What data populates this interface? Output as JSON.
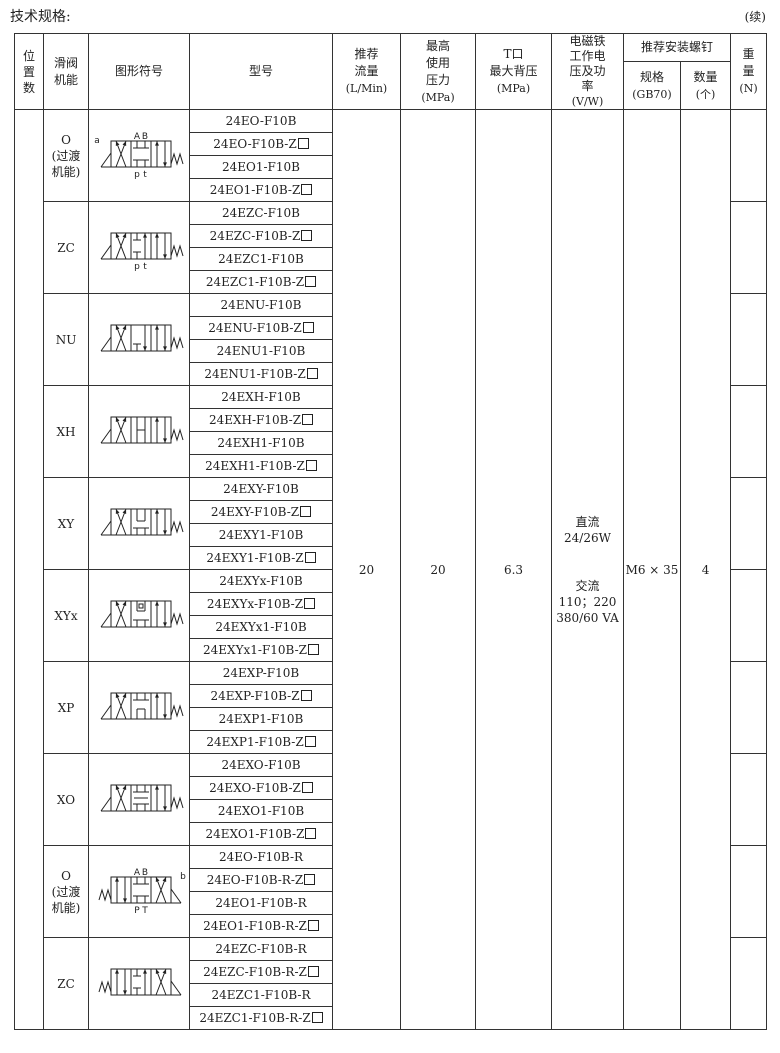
{
  "header": {
    "title": "技术规格:",
    "continued": "(续)"
  },
  "columns": {
    "position": "位置数",
    "function": "滑阀机能",
    "symbol": "图形符号",
    "model": "型号",
    "flow": "推荐流量",
    "flow_unit": "(L/Min)",
    "pressure": "最高使用压力",
    "pressure_unit": "(MPa)",
    "backpressure": "T口最大背压",
    "backpressure_unit": "(MPa)",
    "voltage": "电磁铁工作电压及功率",
    "voltage_unit": "(V/W)",
    "bolts": "推荐安装螺钉",
    "bolt_spec": "规格",
    "bolt_spec_unit": "(GB70)",
    "bolt_qty": "数量",
    "bolt_qty_unit": "(个)",
    "weight": "重量",
    "weight_unit": "(N)"
  },
  "shared": {
    "flow": "20",
    "pressure": "20",
    "backpressure": "6.3",
    "voltage_dc_label": "直流",
    "voltage_dc": "24/26W",
    "voltage_ac_label": "交流",
    "voltage_ac_1": "110；220",
    "voltage_ac_2": "380/60 VA",
    "bolt_spec": "M6 × 35",
    "bolt_qty": "4"
  },
  "groups": [
    {
      "function": "O\n(过渡\n机能)",
      "symbol": "o-left",
      "models": [
        "24EO-F10B",
        "24EO-F10B-Z",
        "24EO1-F10B",
        "24EO1-F10B-Z"
      ]
    },
    {
      "function": "ZC",
      "symbol": "zc-left",
      "models": [
        "24EZC-F10B",
        "24EZC-F10B-Z",
        "24EZC1-F10B",
        "24EZC1-F10B-Z"
      ]
    },
    {
      "function": "NU",
      "symbol": "nu",
      "models": [
        "24ENU-F10B",
        "24ENU-F10B-Z",
        "24ENU1-F10B",
        "24ENU1-F10B-Z"
      ]
    },
    {
      "function": "XH",
      "symbol": "xh",
      "models": [
        "24EXH-F10B",
        "24EXH-F10B-Z",
        "24EXH1-F10B",
        "24EXH1-F10B-Z"
      ]
    },
    {
      "function": "XY",
      "symbol": "xy",
      "models": [
        "24EXY-F10B",
        "24EXY-F10B-Z",
        "24EXY1-F10B",
        "24EXY1-F10B-Z"
      ]
    },
    {
      "function": "XYx",
      "symbol": "xyx",
      "models": [
        "24EXYx-F10B",
        "24EXYx-F10B-Z",
        "24EXYx1-F10B",
        "24EXYx1-F10B-Z"
      ]
    },
    {
      "function": "XP",
      "symbol": "xp",
      "models": [
        "24EXP-F10B",
        "24EXP-F10B-Z",
        "24EXP1-F10B",
        "24EXP1-F10B-Z"
      ]
    },
    {
      "function": "XO",
      "symbol": "xo",
      "models": [
        "24EXO-F10B",
        "24EXO-F10B-Z",
        "24EXO1-F10B",
        "24EXO1-F10B-Z"
      ]
    },
    {
      "function": "O\n(过渡\n机能)",
      "symbol": "o-right",
      "models": [
        "24EO-F10B-R",
        "24EO-F10B-R-Z",
        "24EO1-F10B-R",
        "24EO1-F10B-R-Z"
      ]
    },
    {
      "function": "ZC",
      "symbol": "zc-right",
      "models": [
        "24EZC-F10B-R",
        "24EZC-F10B-R-Z",
        "24EZC1-F10B-R",
        "24EZC1-F10B-R-Z"
      ]
    }
  ],
  "symbol_labels": {
    "a": "a",
    "b": "b",
    "A": "A",
    "B": "B",
    "p": "p",
    "t": "t",
    "P": "P",
    "T": "T"
  }
}
